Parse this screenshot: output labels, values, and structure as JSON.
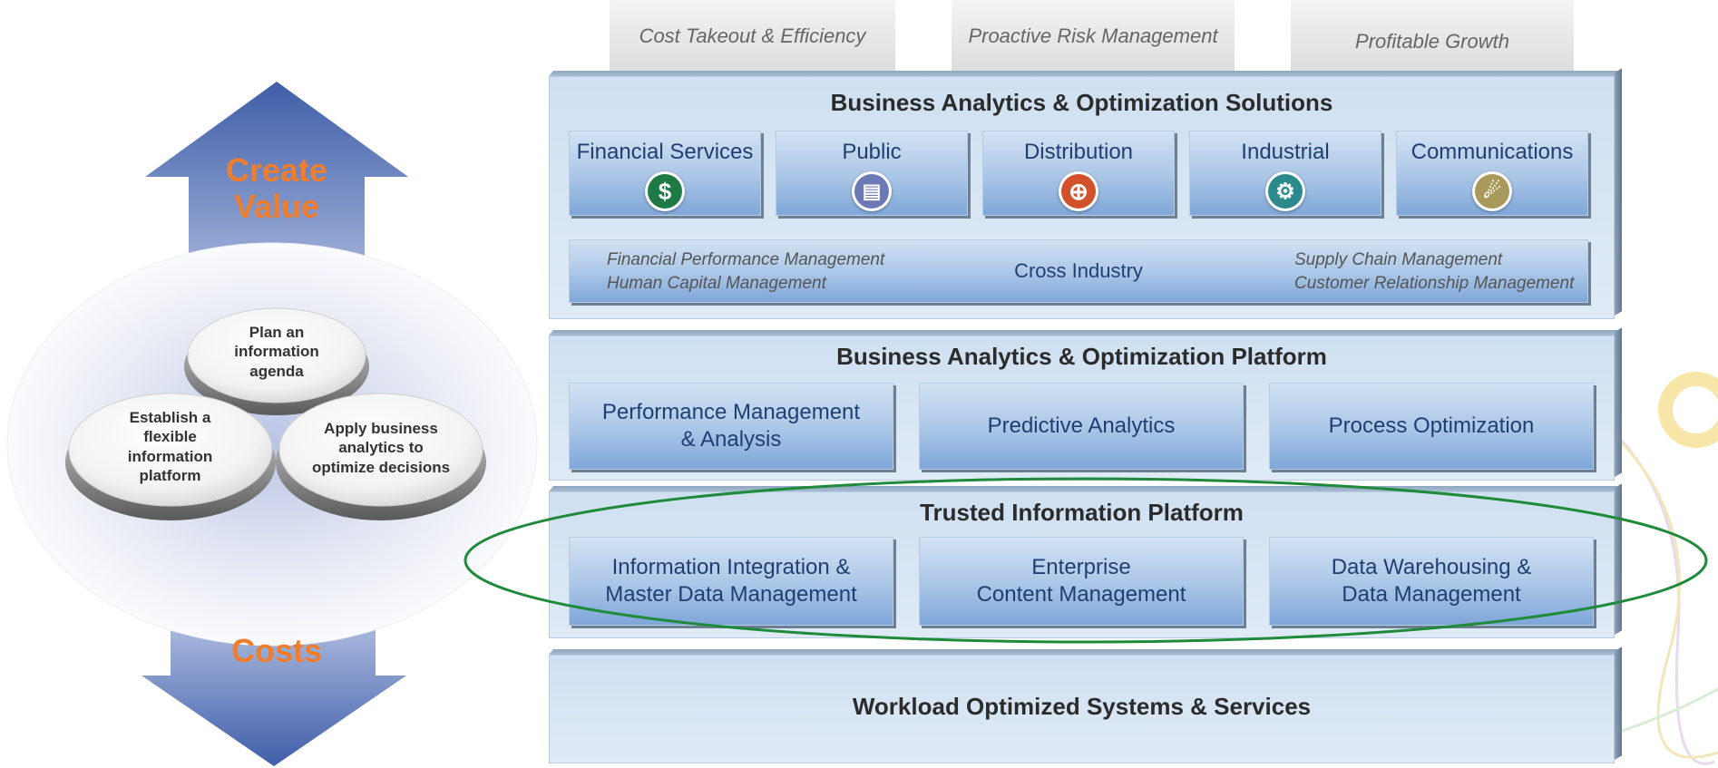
{
  "left": {
    "arrow_top": [
      "Create",
      "Value"
    ],
    "arrow_bottom": "Costs",
    "discs": {
      "top": [
        "Plan an",
        "information",
        "agenda"
      ],
      "left": [
        "Establish a",
        "flexible",
        "information",
        "platform"
      ],
      "right": [
        "Apply business",
        "analytics to",
        "optimize decisions"
      ]
    },
    "colors": {
      "arrow": "#4f6fb5",
      "accent_text": "#ee7d2e"
    }
  },
  "goals": [
    "Cost Takeout & Efficiency",
    "Proactive Risk Management",
    "Profitable Growth"
  ],
  "solutions": {
    "title": "Business Analytics & Optimization Solutions",
    "industries": [
      {
        "label": "Financial Services",
        "icon": "dollar-icon",
        "color": "#1e7a45",
        "glyph": "$"
      },
      {
        "label": "Public",
        "icon": "building-icon",
        "color": "#6b79b5",
        "glyph": "▤"
      },
      {
        "label": "Distribution",
        "icon": "target-icon",
        "color": "#d2502a",
        "glyph": "⊕"
      },
      {
        "label": "Industrial",
        "icon": "gear-icon",
        "color": "#2b8b8c",
        "glyph": "⚙"
      },
      {
        "label": "Communications",
        "icon": "satellite-icon",
        "color": "#a99a5c",
        "glyph": "☄"
      }
    ],
    "cross_industry": {
      "label": "Cross Industry",
      "left": [
        "Financial Performance Management",
        "Human Capital Management"
      ],
      "right": [
        "Supply Chain Management",
        "Customer Relationship Management"
      ]
    }
  },
  "platform": {
    "title": "Business Analytics & Optimization Platform",
    "items": [
      [
        "Performance Management",
        "& Analysis"
      ],
      [
        "Predictive Analytics"
      ],
      [
        "Process Optimization"
      ]
    ]
  },
  "trusted": {
    "title": "Trusted Information Platform",
    "items": [
      [
        "Information Integration &",
        "Master Data Management"
      ],
      [
        "Enterprise",
        "Content Management"
      ],
      [
        "Data Warehousing &",
        "Data Management"
      ]
    ],
    "highlight_color": "#1e8a3a"
  },
  "workload": {
    "title": "Workload Optimized Systems & Services"
  }
}
